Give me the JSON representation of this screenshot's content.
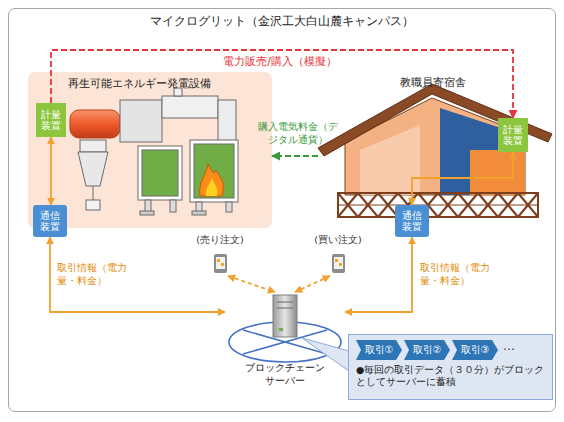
{
  "diagram": {
    "nodes": [
      {
        "text": [
          "マイクログリット（金沢工大白山麓キャンパス）"
        ]
      },
      {
        "text": [
          "再生可能エネルギー発電設備"
        ],
        "in": 0
      },
      {
        "text": [
          "計量装置"
        ],
        "in": 1
      },
      {
        "text": [
          "教職員寄宿舎"
        ],
        "in": 0
      },
      {
        "text": [
          "計量装置"
        ],
        "in": 3
      },
      {
        "text": [
          "通信装置"
        ],
        "in": 0
      },
      {
        "text": [
          "通信装置"
        ],
        "in": 0
      },
      {
        "text": [
          "(売り注文)"
        ],
        "in": 0
      },
      {
        "text": [
          "(買い注文)"
        ],
        "in": 0
      },
      {
        "text": [
          "ブロックチェーン サーバー"
        ],
        "in": 0
      },
      {
        "text": [
          "●毎回の取引データ（３０分）がブロックとしてサーバーに蓄積"
        ],
        "in": 0
      },
      {
        "text": [
          "取引①"
        ],
        "in": 10
      },
      {
        "text": [
          "取引②"
        ],
        "in": 10
      },
      {
        "text": [
          "取引③"
        ],
        "in": 10
      }
    ],
    "edges": [
      {
        "from": 2,
        "to": 4,
        "arrow": "to",
        "label": "電力販売/購入（模擬）"
      },
      {
        "from": 3,
        "to": 1,
        "arrow": "to",
        "label": "購入電気料金（デジタル通貨）"
      },
      {
        "from": 2,
        "to": 5,
        "arrow": "both"
      },
      {
        "from": 4,
        "to": 6,
        "arrow": "both"
      },
      {
        "from": 5,
        "to": 9,
        "arrow": "both",
        "label": "取引情報（電力量・料金）"
      },
      {
        "from": 6,
        "to": 9,
        "arrow": "both",
        "label": "取引情報（電力量・料金）"
      },
      {
        "from": 7,
        "to": 9,
        "arrow": "both"
      },
      {
        "from": 8,
        "to": 9,
        "arrow": "both"
      }
    ],
    "labels": [
      "…"
    ]
  }
}
